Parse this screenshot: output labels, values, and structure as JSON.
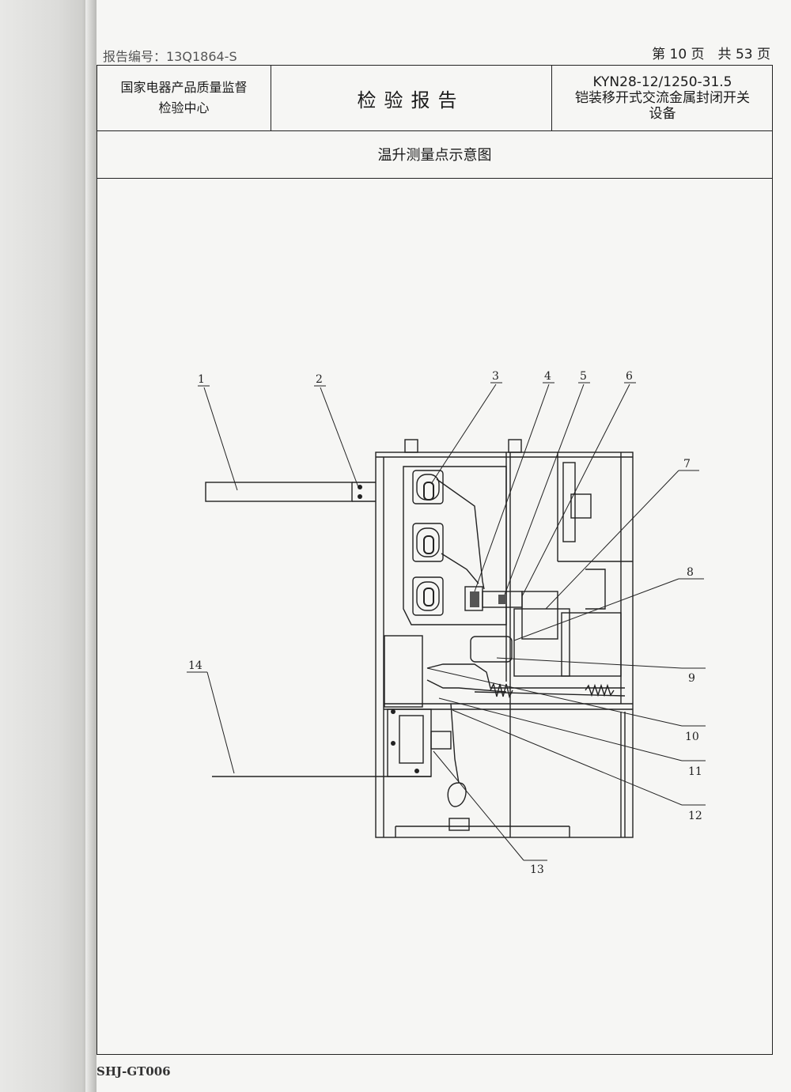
{
  "header": {
    "report_no": "报告编号：13Q1864-S",
    "page_info": "第 10 页　共 53 页"
  },
  "title_block": {
    "org_line1": "国家电器产品质量监督",
    "org_line2": "检验中心",
    "report_title": "检验报告",
    "model": "KYN28-12/1250-31.5",
    "product_line1": "铠装移开式交流金属封闭开关",
    "product_line2": "设备"
  },
  "section_title": "温升测量点示意图",
  "callouts": [
    "1",
    "2",
    "3",
    "4",
    "5",
    "6",
    "7",
    "8",
    "9",
    "10",
    "11",
    "12",
    "13",
    "14"
  ],
  "footer_code": "SHJ-GT006"
}
